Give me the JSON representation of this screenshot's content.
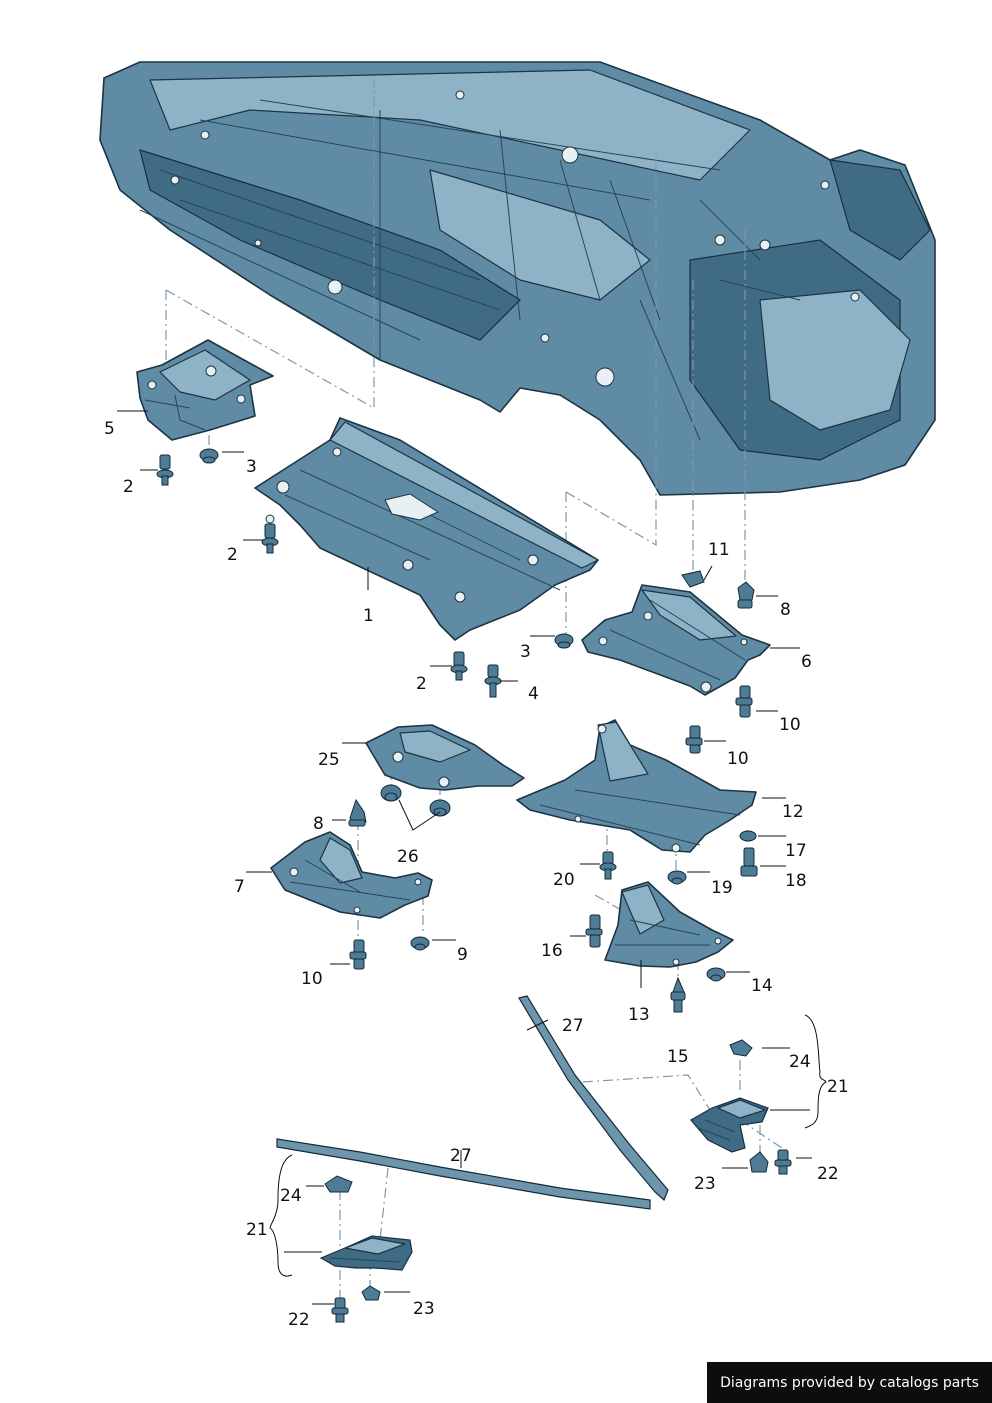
{
  "callouts": [
    {
      "id": "c1",
      "text": "1"
    },
    {
      "id": "c2a",
      "text": "2"
    },
    {
      "id": "c2b",
      "text": "2"
    },
    {
      "id": "c2c",
      "text": "2"
    },
    {
      "id": "c3a",
      "text": "3"
    },
    {
      "id": "c3b",
      "text": "3"
    },
    {
      "id": "c4",
      "text": "4"
    },
    {
      "id": "c5",
      "text": "5"
    },
    {
      "id": "c6",
      "text": "6"
    },
    {
      "id": "c7",
      "text": "7"
    },
    {
      "id": "c8a",
      "text": "8"
    },
    {
      "id": "c8b",
      "text": "8"
    },
    {
      "id": "c9",
      "text": "9"
    },
    {
      "id": "c10a",
      "text": "10"
    },
    {
      "id": "c10b",
      "text": "10"
    },
    {
      "id": "c10c",
      "text": "10"
    },
    {
      "id": "c11",
      "text": "11"
    },
    {
      "id": "c12",
      "text": "12"
    },
    {
      "id": "c13",
      "text": "13"
    },
    {
      "id": "c14",
      "text": "14"
    },
    {
      "id": "c15",
      "text": "15"
    },
    {
      "id": "c16",
      "text": "16"
    },
    {
      "id": "c17",
      "text": "17"
    },
    {
      "id": "c18",
      "text": "18"
    },
    {
      "id": "c19",
      "text": "19"
    },
    {
      "id": "c20",
      "text": "20"
    },
    {
      "id": "c21a",
      "text": "21"
    },
    {
      "id": "c21b",
      "text": "21"
    },
    {
      "id": "c22a",
      "text": "22"
    },
    {
      "id": "c22b",
      "text": "22"
    },
    {
      "id": "c23a",
      "text": "23"
    },
    {
      "id": "c23b",
      "text": "23"
    },
    {
      "id": "c24a",
      "text": "24"
    },
    {
      "id": "c24b",
      "text": "24"
    },
    {
      "id": "c25",
      "text": "25"
    },
    {
      "id": "c26",
      "text": "26"
    },
    {
      "id": "c27a",
      "text": "27"
    },
    {
      "id": "c27b",
      "text": "27"
    }
  ],
  "credit": "Diagrams provided by catalogs parts",
  "colors": {
    "part_fill": "#5f8ca4",
    "part_outline": "#1c3344",
    "credit_bg": "#0d0d0d"
  }
}
